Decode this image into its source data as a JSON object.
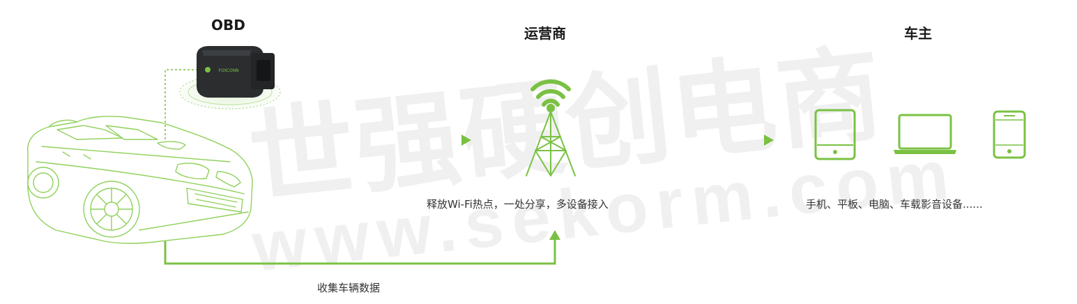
{
  "titles": {
    "obd": "OBD",
    "operator": "运营商",
    "owner": "车主"
  },
  "captions": {
    "wifi": "释放Wi-Fi热点，一处分享，多设备接入",
    "devices": "手机、平板、电脑、车载影音设备......",
    "collect": "收集车辆数据"
  },
  "device": {
    "brand_text": "FOXCONN"
  },
  "watermark": {
    "chinese": "世强硬创电商",
    "latin": "www.sekorm.com"
  },
  "icons": [
    "car-icon",
    "obd-device-icon",
    "signal-tower-icon",
    "tablet-icon",
    "laptop-icon",
    "phone-icon"
  ],
  "colors": {
    "accent": "#7ac143",
    "car_line": "#8fd15a",
    "text": "#1a1a1a",
    "device_body": "#2b2d2f"
  }
}
